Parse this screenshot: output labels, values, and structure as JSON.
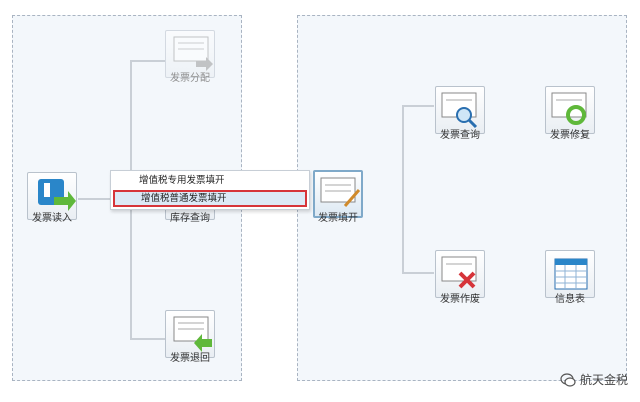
{
  "left_panel": {
    "read": "发票读入",
    "distribute": "发票分配",
    "inventory": "库存查询",
    "return": "发票退回"
  },
  "menu": {
    "item1": "增值税专用发票填开",
    "item2": "增值税普通发票填开"
  },
  "center": {
    "fill": "发票填开"
  },
  "right_panel": {
    "query": "发票查询",
    "repair": "发票修复",
    "void": "发票作废",
    "info": "信息表"
  },
  "watermark": {
    "text": "航天金税"
  },
  "colors": {
    "accent": "#7fa9c9",
    "highlight_border": "#d6343a",
    "panel_bg": "#f3f7fb"
  }
}
